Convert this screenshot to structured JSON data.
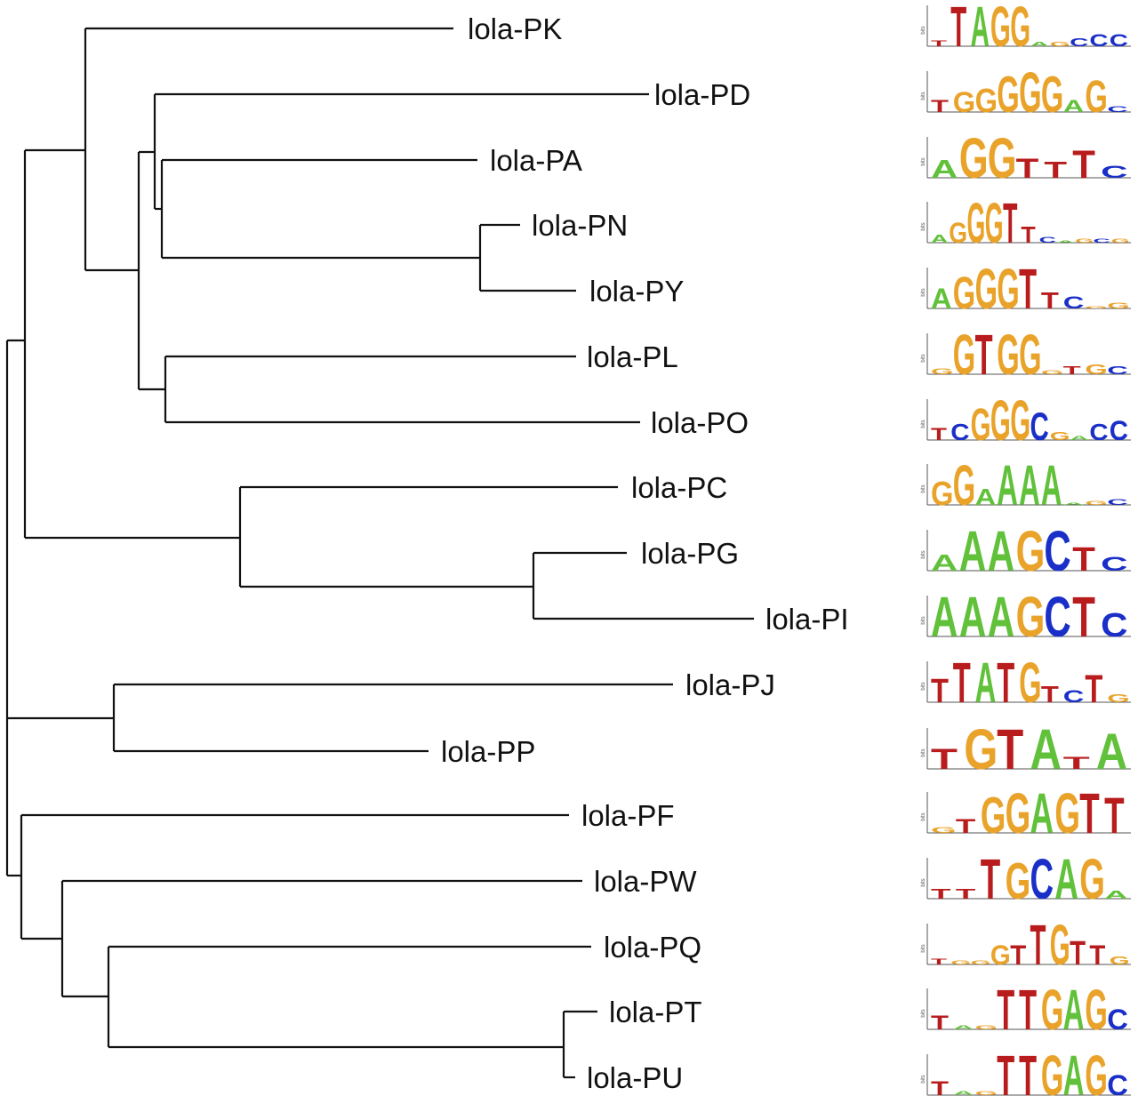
{
  "tree": {
    "leaves": [
      {
        "label": "lola-PK",
        "motif": [
          [
            "T",
            0.15,
            0.2
          ],
          [
            "T",
            1.0,
            1.0
          ],
          [
            "A",
            1.0,
            1.0
          ],
          [
            "G",
            1.0,
            1.0
          ],
          [
            "G",
            1.0,
            1.0
          ],
          [
            "A",
            0.12,
            0.1
          ],
          [
            "G",
            0.12,
            0.1
          ],
          [
            "C",
            0.2,
            0.2
          ],
          [
            "C",
            0.3,
            0.3
          ],
          [
            "C",
            0.3,
            0.3
          ]
        ]
      },
      {
        "label": "lola-PD",
        "motif": [
          [
            "T",
            0.3,
            0.3
          ],
          [
            "G",
            0.5,
            0.5
          ],
          [
            "G",
            0.6,
            0.6
          ],
          [
            "G",
            0.9,
            0.9
          ],
          [
            "G",
            1.0,
            1.0
          ],
          [
            "G",
            0.9,
            0.9
          ],
          [
            "A",
            0.3,
            0.3
          ],
          [
            "G",
            0.8,
            0.8
          ],
          [
            "C",
            0.15,
            0.15
          ]
        ]
      },
      {
        "label": "lola-PA",
        "motif": [
          [
            "A",
            0.45,
            0.45
          ],
          [
            "G",
            1.0,
            1.0
          ],
          [
            "G",
            1.0,
            1.0
          ],
          [
            "T",
            0.5,
            0.5
          ],
          [
            "T",
            0.4,
            0.4
          ],
          [
            "T",
            0.7,
            0.7
          ],
          [
            "C",
            0.3,
            0.3
          ]
        ]
      },
      {
        "label": "lola-PN",
        "motif": [
          [
            "A",
            0.2,
            0.2
          ],
          [
            "G",
            0.5,
            0.5
          ],
          [
            "G",
            1.0,
            1.0
          ],
          [
            "G",
            1.0,
            1.0
          ],
          [
            "T",
            1.0,
            1.0
          ],
          [
            "T",
            0.4,
            0.4
          ],
          [
            "C",
            0.15,
            0.15
          ],
          [
            "A",
            0.05,
            0.05
          ],
          [
            "G",
            0.1,
            0.1
          ],
          [
            "C",
            0.1,
            0.1
          ],
          [
            "G",
            0.1,
            0.1
          ]
        ]
      },
      {
        "label": "lola-PY",
        "motif": [
          [
            "A",
            0.5,
            0.5
          ],
          [
            "G",
            0.8,
            0.8
          ],
          [
            "G",
            1.0,
            1.0
          ],
          [
            "G",
            1.0,
            1.0
          ],
          [
            "T",
            1.0,
            1.0
          ],
          [
            "T",
            0.4,
            0.4
          ],
          [
            "C",
            0.3,
            0.3
          ],
          [
            "G",
            0.05,
            0.05
          ],
          [
            "G",
            0.15,
            0.15
          ]
        ]
      },
      {
        "label": "lola-PL",
        "motif": [
          [
            "G",
            0.15,
            0.15
          ],
          [
            "G",
            1.0,
            1.0
          ],
          [
            "T",
            1.0,
            1.0
          ],
          [
            "G",
            1.0,
            1.0
          ],
          [
            "G",
            1.0,
            1.0
          ],
          [
            "G",
            0.1,
            0.1
          ],
          [
            "T",
            0.2,
            0.2
          ],
          [
            "G",
            0.25,
            0.25
          ],
          [
            "C",
            0.2,
            0.2
          ]
        ]
      },
      {
        "label": "lola-PO",
        "motif": [
          [
            "T",
            0.3,
            0.3
          ],
          [
            "C",
            0.4,
            0.4
          ],
          [
            "G",
            0.8,
            0.8
          ],
          [
            "G",
            1.0,
            1.0
          ],
          [
            "G",
            1.0,
            1.0
          ],
          [
            "C",
            0.7,
            0.7
          ],
          [
            "G",
            0.2,
            0.2
          ],
          [
            "A",
            0.1,
            0.1
          ],
          [
            "C",
            0.4,
            0.4
          ],
          [
            "C",
            0.5,
            0.5
          ]
        ]
      },
      {
        "label": "lola-PC",
        "motif": [
          [
            "G",
            0.6,
            0.6
          ],
          [
            "G",
            1.0,
            1.0
          ],
          [
            "A",
            0.4,
            0.4
          ],
          [
            "A",
            1.0,
            1.0
          ],
          [
            "A",
            1.0,
            1.0
          ],
          [
            "A",
            1.0,
            1.0
          ],
          [
            "A",
            0.05,
            0.05
          ],
          [
            "G",
            0.1,
            0.1
          ],
          [
            "C",
            0.15,
            0.15
          ]
        ]
      },
      {
        "label": "lola-PG",
        "motif": [
          [
            "A",
            0.4,
            0.4
          ],
          [
            "A",
            1.0,
            1.0
          ],
          [
            "A",
            1.0,
            1.0
          ],
          [
            "G",
            1.0,
            1.0
          ],
          [
            "C",
            1.0,
            1.0
          ],
          [
            "T",
            0.6,
            0.6
          ],
          [
            "C",
            0.35,
            0.35
          ]
        ]
      },
      {
        "label": "lola-PI",
        "motif": [
          [
            "A",
            1.0,
            1.0
          ],
          [
            "A",
            1.0,
            1.0
          ],
          [
            "A",
            1.0,
            1.0
          ],
          [
            "G",
            1.0,
            1.0
          ],
          [
            "C",
            1.0,
            1.0
          ],
          [
            "T",
            1.0,
            1.0
          ],
          [
            "C",
            0.6,
            0.6
          ]
        ]
      },
      {
        "label": "lola-PJ",
        "motif": [
          [
            "T",
            0.6,
            0.6
          ],
          [
            "T",
            1.0,
            1.0
          ],
          [
            "A",
            1.0,
            1.0
          ],
          [
            "T",
            1.0,
            1.0
          ],
          [
            "G",
            1.0,
            1.0
          ],
          [
            "T",
            0.4,
            0.4
          ],
          [
            "C",
            0.3,
            0.3
          ],
          [
            "T",
            0.7,
            0.7
          ],
          [
            "G",
            0.2,
            0.2
          ]
        ]
      },
      {
        "label": "lola-PP",
        "motif": [
          [
            "T",
            0.5,
            0.5
          ],
          [
            "G",
            1.0,
            1.0
          ],
          [
            "T",
            1.0,
            1.0
          ],
          [
            "A",
            1.0,
            1.0
          ],
          [
            "T",
            0.3,
            0.3
          ],
          [
            "A",
            0.9,
            0.9
          ]
        ]
      },
      {
        "label": "lola-PF",
        "motif": [
          [
            "G",
            0.15,
            0.15
          ],
          [
            "T",
            0.35,
            0.35
          ],
          [
            "G",
            0.9,
            0.9
          ],
          [
            "G",
            1.0,
            1.0
          ],
          [
            "A",
            1.0,
            1.0
          ],
          [
            "G",
            1.0,
            1.0
          ],
          [
            "T",
            1.0,
            1.0
          ],
          [
            "T",
            0.9,
            0.9
          ]
        ]
      },
      {
        "label": "lola-PW",
        "motif": [
          [
            "T",
            0.25,
            0.25
          ],
          [
            "T",
            0.25,
            0.25
          ],
          [
            "T",
            1.0,
            1.0
          ],
          [
            "G",
            0.9,
            0.9
          ],
          [
            "C",
            1.0,
            1.0
          ],
          [
            "A",
            1.0,
            1.0
          ],
          [
            "G",
            1.0,
            1.0
          ],
          [
            "A",
            0.2,
            0.2
          ]
        ]
      },
      {
        "label": "lola-PQ",
        "motif": [
          [
            "T",
            0.15,
            0.15
          ],
          [
            "G",
            0.1,
            0.1
          ],
          [
            "G",
            0.1,
            0.1
          ],
          [
            "G",
            0.5,
            0.5
          ],
          [
            "T",
            0.5,
            0.5
          ],
          [
            "T",
            1.0,
            1.0
          ],
          [
            "G",
            1.0,
            1.0
          ],
          [
            "T",
            0.6,
            0.6
          ],
          [
            "T",
            0.5,
            0.5
          ],
          [
            "G",
            0.2,
            0.2
          ]
        ]
      },
      {
        "label": "lola-PT",
        "motif": [
          [
            "T",
            0.35,
            0.35
          ],
          [
            "A",
            0.1,
            0.1
          ],
          [
            "G",
            0.1,
            0.1
          ],
          [
            "T",
            1.0,
            1.0
          ],
          [
            "T",
            1.0,
            1.0
          ],
          [
            "G",
            1.0,
            1.0
          ],
          [
            "A",
            1.0,
            1.0
          ],
          [
            "G",
            1.0,
            1.0
          ],
          [
            "C",
            0.5,
            0.5
          ]
        ]
      },
      {
        "label": "lola-PU",
        "motif": [
          [
            "T",
            0.35,
            0.35
          ],
          [
            "A",
            0.1,
            0.1
          ],
          [
            "G",
            0.1,
            0.1
          ],
          [
            "T",
            1.0,
            1.0
          ],
          [
            "T",
            1.0,
            1.0
          ],
          [
            "G",
            1.0,
            1.0
          ],
          [
            "A",
            1.0,
            1.0
          ],
          [
            "G",
            1.0,
            1.0
          ],
          [
            "C",
            0.5,
            0.5
          ]
        ]
      }
    ]
  },
  "logo_colors": {
    "A": "#61c13a",
    "C": "#1a2fc8",
    "G": "#e9a32a",
    "T": "#b81c1c"
  },
  "axis_label": "bits"
}
